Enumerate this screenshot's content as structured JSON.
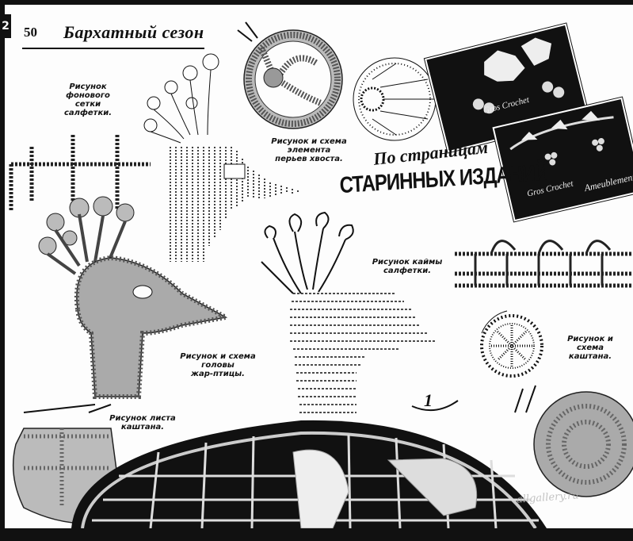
{
  "header": {
    "corner_mark": "2",
    "page_number": "50",
    "section_title": "Бархатный сезон"
  },
  "banner": {
    "line1": "По страницам",
    "line2": "СТАРИННЫХ ИЗДАНИЙ"
  },
  "captions": {
    "mesh": "Рисунок\nфонового сетки\nсалфетки.",
    "tail": "Рисунок и схема\nэлемента\nперьев хвоста.",
    "border": "Рисунок каймы\nсалфетки.",
    "head": "Рисунок и схема\nголовы\nжар-птицы.",
    "chestnut": "Рисунок и схема\nкаштана.",
    "leaf": "Рисунок листа\nкаштана."
  },
  "cards": {
    "card1_brand": "Gros Crochet",
    "card2_brand": "Gros Crochet",
    "card2_sub": "Ameublement"
  },
  "figure_number": "1",
  "watermark": "allgallery.ru",
  "colors": {
    "ink": "#111111",
    "paper": "#fdfdfd"
  }
}
